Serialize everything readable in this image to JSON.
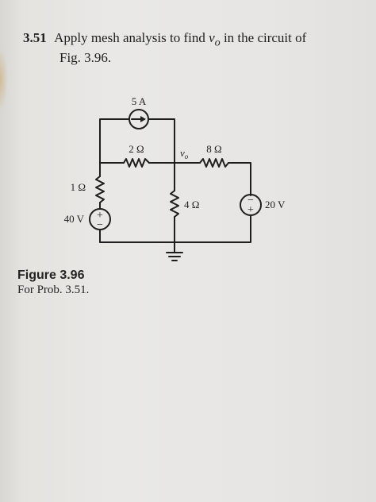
{
  "problem": {
    "number": "3.51",
    "text_part1": "Apply mesh analysis to find",
    "variable": "v",
    "subscript": "o",
    "text_part2": "in the circuit of",
    "text_line2": "Fig. 3.96."
  },
  "circuit": {
    "current_source_label": "5 A",
    "r_2ohm_label": "2 Ω",
    "r_8ohm_label": "8 Ω",
    "r_1ohm_label": "1 Ω",
    "r_4ohm_label": "4 Ω",
    "v40_label": "40 V",
    "v20_label": "20 V",
    "node_label_var": "v",
    "node_label_sub": "o",
    "plus": "+",
    "minus": "−"
  },
  "figure": {
    "title": "Figure 3.96",
    "caption": "For Prob. 3.51."
  }
}
